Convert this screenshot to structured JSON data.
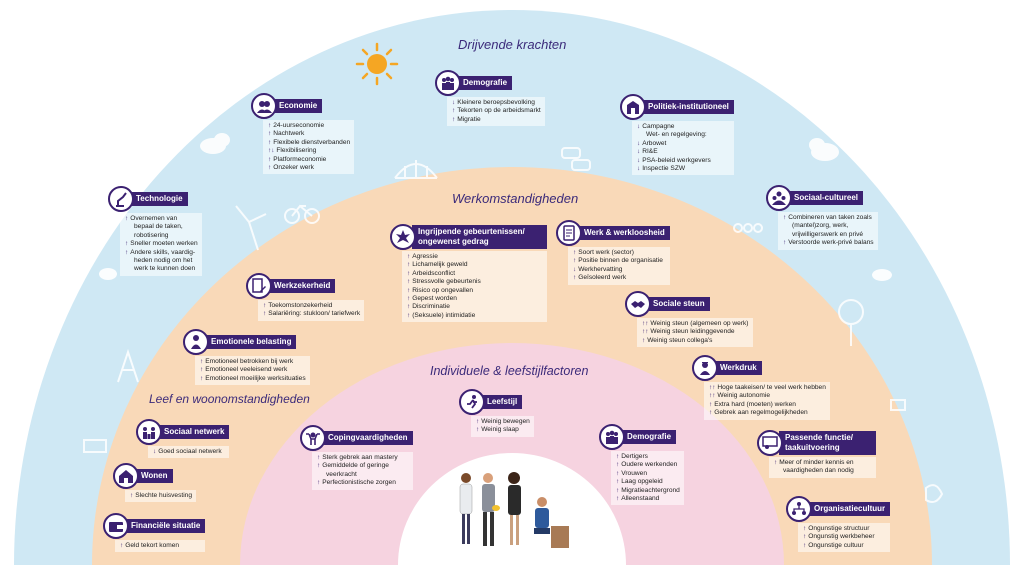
{
  "rings": {
    "outer_title": "Drijvende krachten",
    "middle_title": "Werkomstandigheden",
    "inner_title": "Individuele & leefstijlfactoren",
    "left_title": "Leef en woonomstandigheden"
  },
  "colors": {
    "sky": "#cfe8f4",
    "peach": "#f9d9b8",
    "pink": "#f6d3e0",
    "accent": "#3b2171"
  },
  "boxes": [
    {
      "id": "economie",
      "title": "Economie",
      "icon": "people-icon",
      "items": [
        {
          "arrow": "↑",
          "text": "24-uurseconomie"
        },
        {
          "arrow": "↑",
          "text": "Nachtwerk"
        },
        {
          "arrow": "↑",
          "text": "Flexibele dienstverbanden"
        },
        {
          "arrow": "↑↓",
          "text": "Flexibilisering"
        },
        {
          "arrow": "↑",
          "text": "Platformeconomie"
        },
        {
          "arrow": "↑",
          "text": "Onzeker werk"
        }
      ]
    },
    {
      "id": "demografie1",
      "title": "Demografie",
      "icon": "group-icon",
      "items": [
        {
          "arrow": "↓",
          "text": "Kleinere beroepsbevolking"
        },
        {
          "arrow": "↑",
          "text": "Tekorten op de arbeidsmarkt"
        },
        {
          "arrow": "↑",
          "text": "Migratie"
        }
      ]
    },
    {
      "id": "politiek",
      "title": "Politiek-institutioneel",
      "icon": "building-icon",
      "items": [
        {
          "arrow": "↓",
          "text": "Campagne"
        },
        {
          "arrow": "",
          "text": "Wet- en regelgeving:"
        },
        {
          "arrow": "↓",
          "text": "Arbowet"
        },
        {
          "arrow": "↓",
          "text": "RI&E"
        },
        {
          "arrow": "↓",
          "text": "PSA-beleid werkgevers"
        },
        {
          "arrow": "↓",
          "text": "Inspectie SZW"
        }
      ]
    },
    {
      "id": "technologie",
      "title": "Technologie",
      "icon": "robot-arm-icon",
      "items": [
        {
          "arrow": "↑",
          "text": "Overnemen van"
        },
        {
          "arrow": "",
          "text": "bepaal de taken,"
        },
        {
          "arrow": "",
          "text": "robotisering"
        },
        {
          "arrow": "↑",
          "text": "Sneller moeten werken"
        },
        {
          "arrow": "↑",
          "text": "Andere skills, vaardig-"
        },
        {
          "arrow": "",
          "text": "heden nodig om het"
        },
        {
          "arrow": "",
          "text": "werk te kunnen doen"
        }
      ]
    },
    {
      "id": "sociaal_cultureel",
      "title": "Sociaal-cultureel",
      "icon": "community-icon",
      "items": [
        {
          "arrow": "↑",
          "text": "Combineren van taken zoals"
        },
        {
          "arrow": "",
          "text": "(mantel)zorg, werk,"
        },
        {
          "arrow": "",
          "text": "vrijwilligerswerk en privé"
        },
        {
          "arrow": "↑",
          "text": "Verstoorde werk-privé balans"
        }
      ]
    },
    {
      "id": "gebeurtenissen",
      "title": "Ingrijpende gebeurtenissen/ ongewenst gedrag",
      "icon": "burst-icon",
      "items": [
        {
          "arrow": "↑",
          "text": "Agressie"
        },
        {
          "arrow": "↑",
          "text": "Lichamelijk geweld"
        },
        {
          "arrow": "↑",
          "text": "Arbeidsconflict"
        },
        {
          "arrow": "↑",
          "text": "Stressvolle gebeurtenis"
        },
        {
          "arrow": "↑",
          "text": "Risico op ongevallen"
        },
        {
          "arrow": "↑",
          "text": "Gepest worden"
        },
        {
          "arrow": "↑",
          "text": "Discriminatie"
        },
        {
          "arrow": "↑",
          "text": "(Seksuele) intimidatie"
        }
      ]
    },
    {
      "id": "werk_werkloosheid",
      "title": "Werk & werkloosheid",
      "icon": "document-icon",
      "items": [
        {
          "arrow": "↑",
          "text": "Soort werk (sector)"
        },
        {
          "arrow": "↑",
          "text": "Positie binnen de organisatie"
        },
        {
          "arrow": "↓",
          "text": "Werkhervatting"
        },
        {
          "arrow": "↑",
          "text": "Geïsoleerd werk"
        }
      ]
    },
    {
      "id": "werkzekerheid",
      "title": "Werkzekerheid",
      "icon": "contract-icon",
      "items": [
        {
          "arrow": "↑",
          "text": "Toekomstonzekerheid"
        },
        {
          "arrow": "↑",
          "text": "Salariëring: stukloon/ tariefwerk"
        }
      ]
    },
    {
      "id": "sociale_steun",
      "title": "Sociale steun",
      "icon": "handshake-icon",
      "items": [
        {
          "arrow": "↑↑",
          "text": "Weinig steun (algemeen op werk)"
        },
        {
          "arrow": "↑↑",
          "text": "Weinig steun leidinggevende"
        },
        {
          "arrow": "↑",
          "text": "Weinig steun collega's"
        }
      ]
    },
    {
      "id": "emotionele_belasting",
      "title": "Emotionele belasting",
      "icon": "person-sad-icon",
      "items": [
        {
          "arrow": "↑",
          "text": "Emotioneel betrokken bij werk"
        },
        {
          "arrow": "↑",
          "text": "Emotioneel veeleisend werk"
        },
        {
          "arrow": "↑",
          "text": "Emotioneel moeilijke werksituaties"
        }
      ]
    },
    {
      "id": "werkdruk",
      "title": "Werkdruk",
      "icon": "worker-icon",
      "items": [
        {
          "arrow": "↑↑",
          "text": "Hoge taakeisen/ te veel werk hebben"
        },
        {
          "arrow": "↑↑",
          "text": "Weinig autonomie"
        },
        {
          "arrow": "↑",
          "text": "Extra hard (moeten) werken"
        },
        {
          "arrow": "↑",
          "text": "Gebrek aan regelmogelijkheden"
        }
      ]
    },
    {
      "id": "leefstijl",
      "title": "Leefstijl",
      "icon": "runner-icon",
      "items": [
        {
          "arrow": "↑",
          "text": "Weinig bewegen"
        },
        {
          "arrow": "↑",
          "text": "Weinig slaap"
        }
      ]
    },
    {
      "id": "coping",
      "title": "Copingvaardigheden",
      "icon": "strongman-icon",
      "items": [
        {
          "arrow": "↑",
          "text": "Sterk gebrek aan mastery"
        },
        {
          "arrow": "↑",
          "text": "Gemiddelde of geringe"
        },
        {
          "arrow": "",
          "text": "veerkracht"
        },
        {
          "arrow": "↑",
          "text": "Perfectionistische zorgen"
        }
      ]
    },
    {
      "id": "demografie2",
      "title": "Demografie",
      "icon": "group-icon",
      "items": [
        {
          "arrow": "↑",
          "text": "Dertigers"
        },
        {
          "arrow": "↑",
          "text": "Oudere werkenden"
        },
        {
          "arrow": "↑",
          "text": "Vrouwen"
        },
        {
          "arrow": "↑",
          "text": "Laag opgeleid"
        },
        {
          "arrow": "↑",
          "text": "Migratieachtergrond"
        },
        {
          "arrow": "↑",
          "text": "Alleenstaand"
        }
      ]
    },
    {
      "id": "passende_functie",
      "title": "Passende functie/ taakuitvoering",
      "icon": "presenter-icon",
      "items": [
        {
          "arrow": "↑",
          "text": "Meer of minder kennis en"
        },
        {
          "arrow": "",
          "text": "vaardigheden dan nodig"
        }
      ]
    },
    {
      "id": "sociaal_netwerk",
      "title": "Sociaal netwerk",
      "icon": "network-icon",
      "items": [
        {
          "arrow": "↓",
          "text": "Goed sociaal netwerk"
        }
      ]
    },
    {
      "id": "wonen",
      "title": "Wonen",
      "icon": "house-icon",
      "items": [
        {
          "arrow": "↑",
          "text": "Slechte huisvesting"
        }
      ]
    },
    {
      "id": "financiele_situatie",
      "title": "Financiële situatie",
      "icon": "wallet-icon",
      "items": [
        {
          "arrow": "↑",
          "text": "Geld tekort komen"
        }
      ]
    },
    {
      "id": "organisatiecultuur",
      "title": "Organisatiecultuur",
      "icon": "org-icon",
      "items": [
        {
          "arrow": "↑",
          "text": "Ongunstige structuur"
        },
        {
          "arrow": "↑",
          "text": "Ongunstig werkbeheer"
        },
        {
          "arrow": "↑",
          "text": "Ongunstige cultuur"
        }
      ]
    }
  ]
}
